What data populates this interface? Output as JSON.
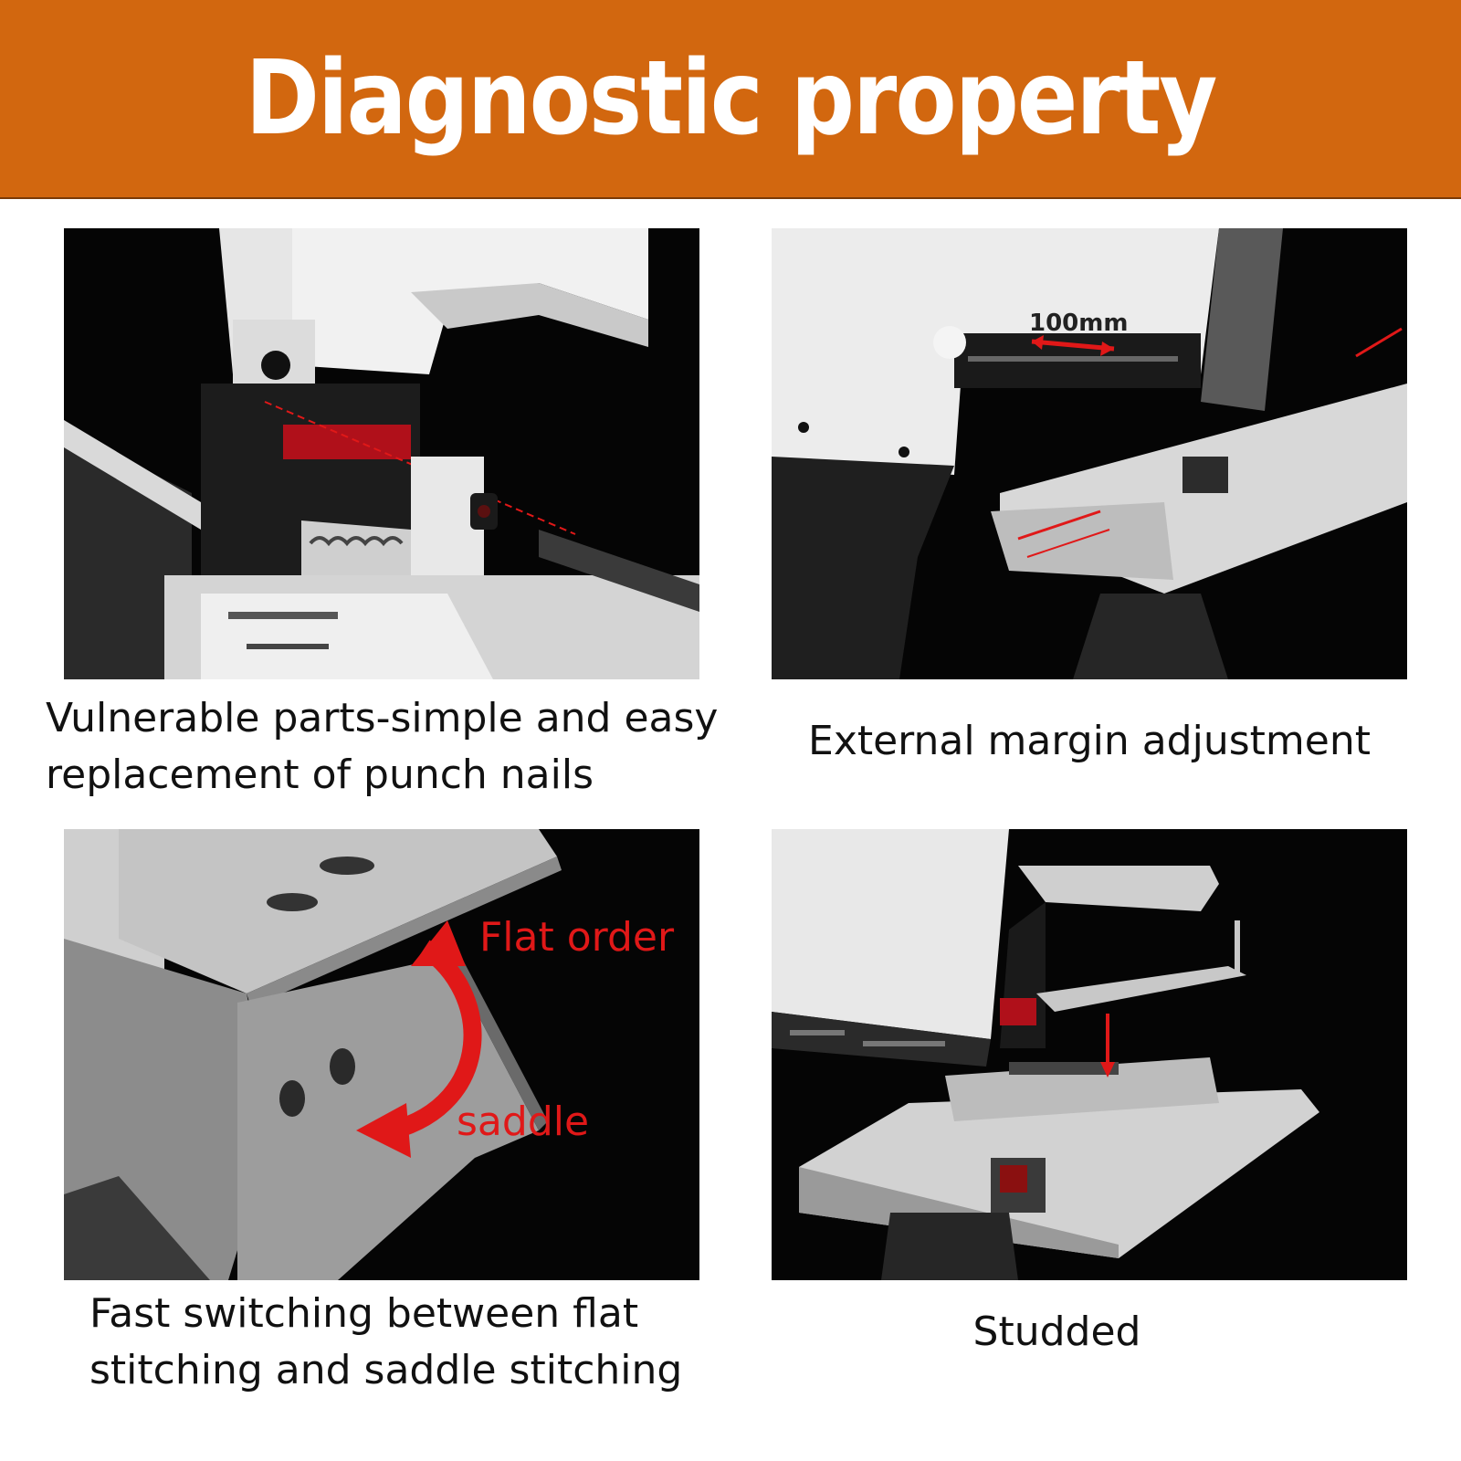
{
  "header": {
    "title": "Diagnostic property"
  },
  "panels": [
    {
      "caption": "Vulnerable parts-simple and easy\nreplacement of punch nails"
    },
    {
      "caption": "External margin adjustment",
      "annotation": "100mm"
    },
    {
      "caption": "Fast switching between flat\nstitching and saddle stitching",
      "annotations": [
        "Flat order",
        "saddle"
      ]
    },
    {
      "caption": "Studded"
    }
  ],
  "colors": {
    "banner": "#d2670f",
    "accent_red": "#e01818"
  }
}
